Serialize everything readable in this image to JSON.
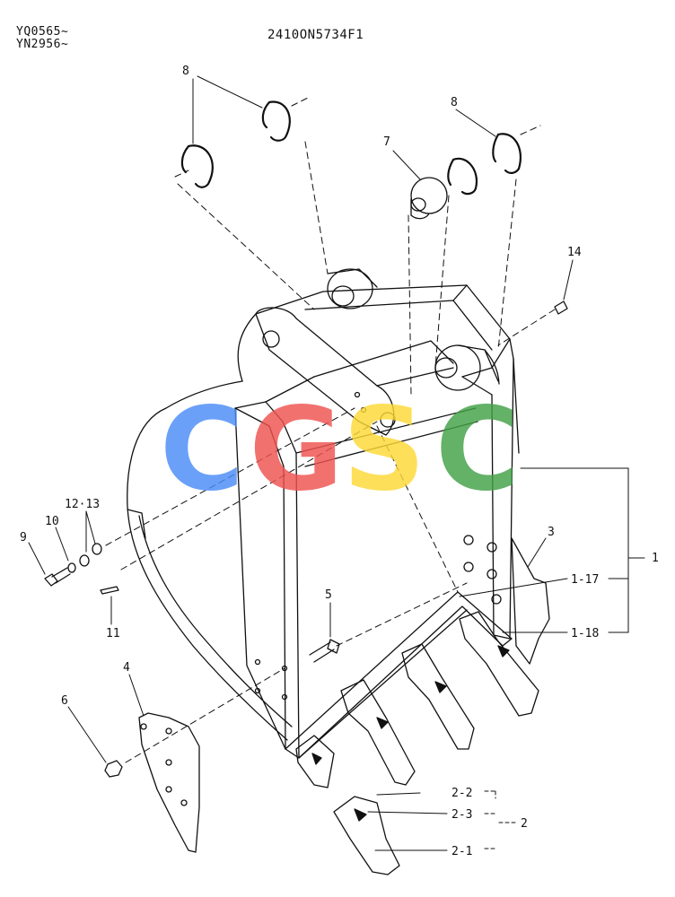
{
  "header": {
    "serial_line1": "YQ0565~",
    "serial_line2": "YN2956~",
    "part_number": "2410ON5734F1"
  },
  "watermark": {
    "letters": [
      "C",
      "G",
      "S",
      "C"
    ],
    "colors": [
      "#4a8cf7",
      "#ef5350",
      "#fdd835",
      "#43a047"
    ]
  },
  "callouts": {
    "c8a": "8",
    "c8b": "8",
    "c7": "7",
    "c14": "14",
    "c1": "1",
    "c1_17": "1-17",
    "c1_18": "1-18",
    "c3": "3",
    "c12_13": "12·13",
    "c10": "10",
    "c9": "9",
    "c11": "11",
    "c5": "5",
    "c4": "4",
    "c6": "6",
    "c2_2": "2-2",
    "c2_3": "2-3",
    "c2": "2",
    "c2_1": "2-1"
  }
}
